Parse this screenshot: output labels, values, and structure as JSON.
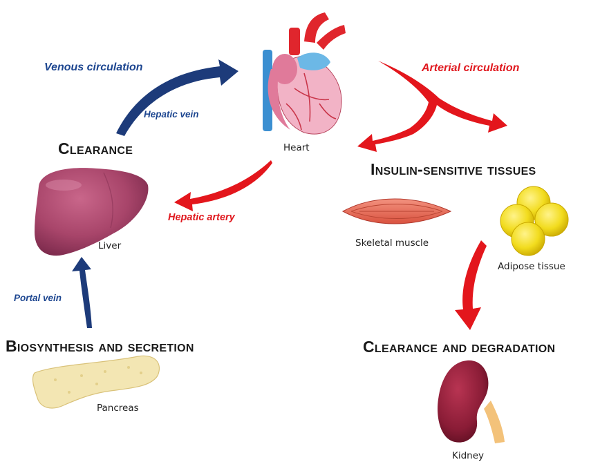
{
  "headings": {
    "clearance": "Clearance",
    "insulin_tissues": "Insulin-sensitive tissues",
    "biosynthesis": "Biosynthesis and secretion",
    "degradation": "Clearance and degradation"
  },
  "organs": {
    "heart": "Heart",
    "liver": "Liver",
    "skeletal_muscle": "Skeletal muscle",
    "adipose_tissue": "Adipose tissue",
    "pancreas": "Pancreas",
    "kidney": "Kidney"
  },
  "pathways": {
    "venous_circulation": "Venous circulation",
    "arterial_circulation": "Arterial circulation",
    "hepatic_vein": "Hepatic vein",
    "hepatic_artery": "Hepatic artery",
    "portal_vein": "Portal vein"
  },
  "colors": {
    "venous": "#1d3b7a",
    "arterial": "#e3161c",
    "liver": "#a8456a",
    "heart": "#e07a9a",
    "muscle": "#e9705e",
    "fat": "#f2dc1e",
    "pancreas": "#f3e6b3",
    "kidney": "#8a1c36"
  },
  "icons": [
    "heart-icon",
    "liver-icon",
    "muscle-icon",
    "adipose-icon",
    "pancreas-icon",
    "kidney-icon"
  ]
}
